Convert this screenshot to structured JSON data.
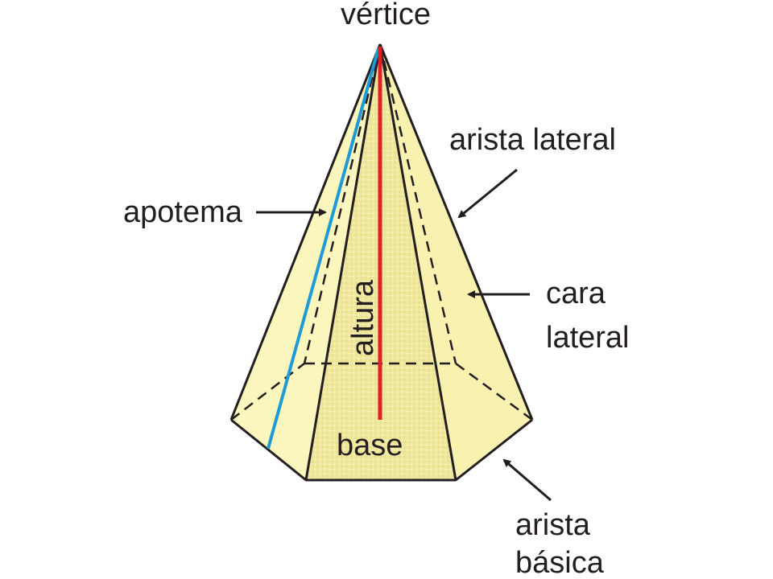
{
  "labels": {
    "vertex": "vértice",
    "lateral_edge": "arista lateral",
    "apothem": "apotema",
    "lateral_face_1": "cara",
    "lateral_face_2": "lateral",
    "height": "altura",
    "base": "base",
    "base_edge_1": "arista",
    "base_edge_2": "básica"
  },
  "colors": {
    "face_light": "#fbf6bd",
    "face_mid": "#f1eba4",
    "face_speckle": "#e7dc8c",
    "edge": "#231f20",
    "apothem_line": "#1e9ad6",
    "height_line": "#e21f26"
  }
}
